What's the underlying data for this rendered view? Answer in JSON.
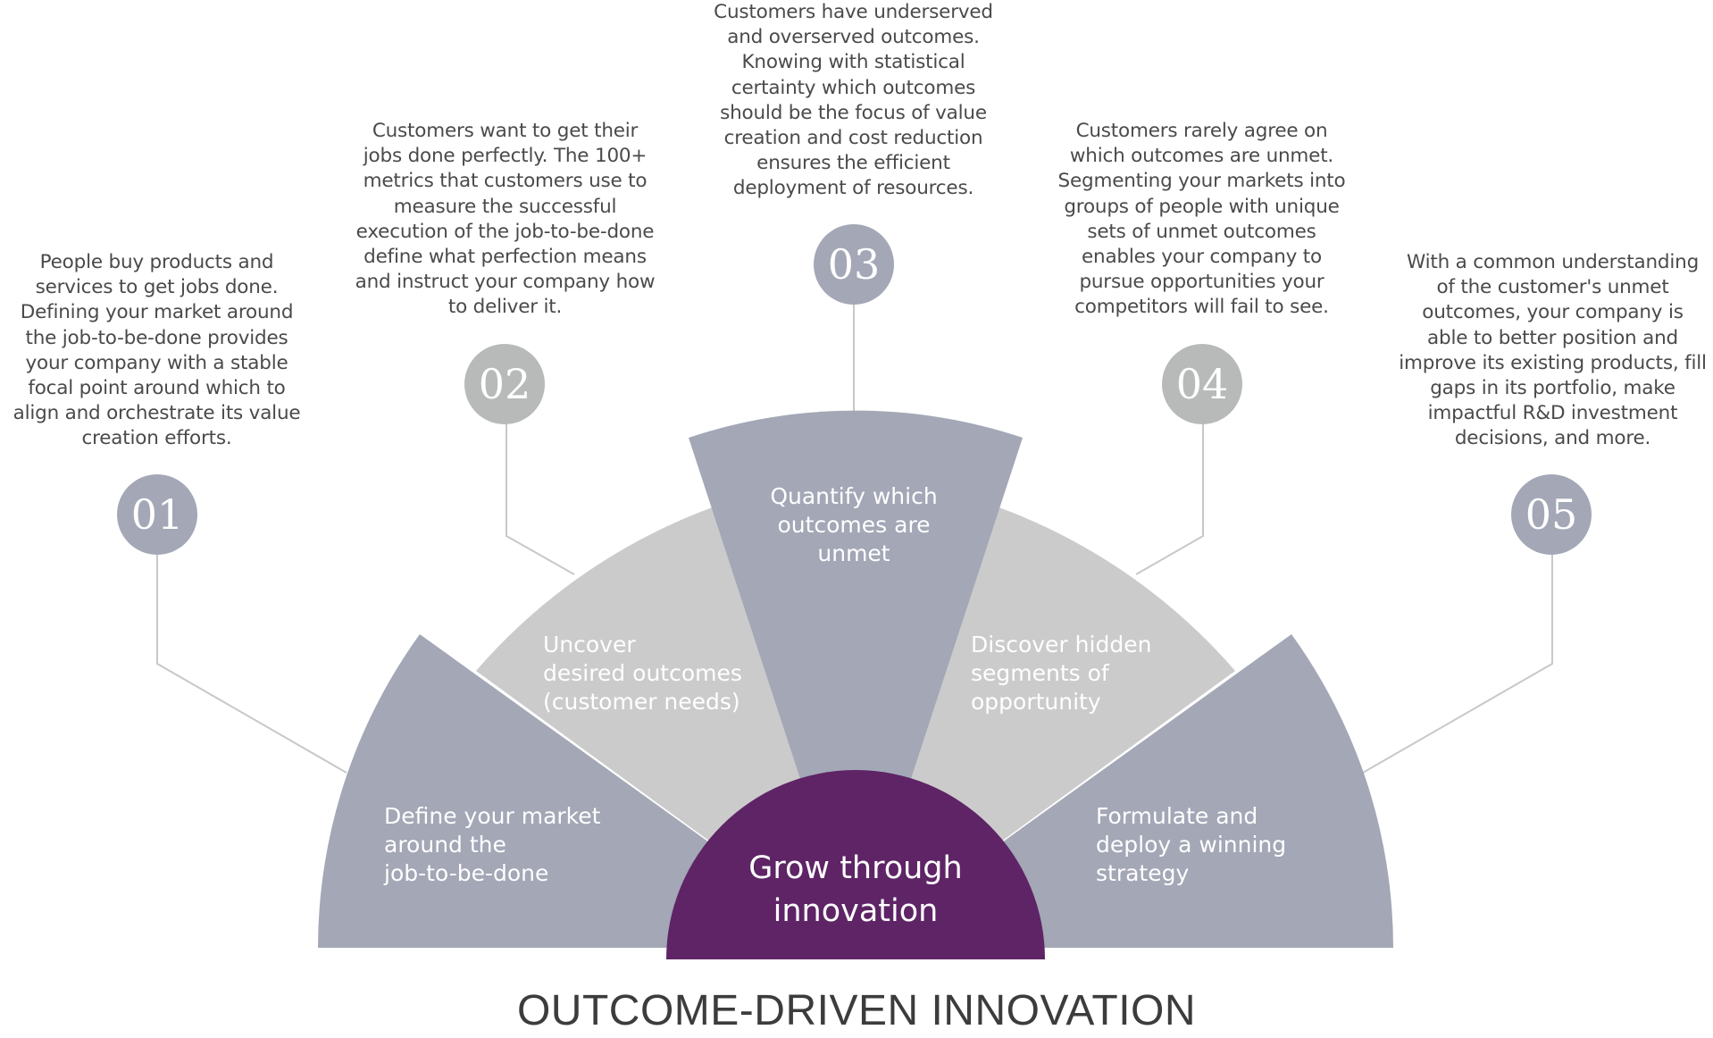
{
  "title": "OUTCOME-DRIVEN INNOVATION",
  "center": {
    "label": "Grow through\ninnovation"
  },
  "colors": {
    "slate": "#a3a7b6",
    "light_gray": "#cbcbcb",
    "badge_slate": "#a3a7b6",
    "badge_light": "#b7bab9",
    "center_purple": "#5e2466",
    "connector": "#c8c8c8"
  },
  "steps": [
    {
      "number": "01",
      "label": "Define your market\naround the\njob-to-be-done",
      "description": "People buy products and\nservices to get jobs done.\nDefining your market around\nthe job-to-be-done provides\nyour company with a stable\nfocal point around which to\nalign and orchestrate its value\ncreation efforts."
    },
    {
      "number": "02",
      "label": "Uncover\ndesired outcomes\n(customer needs)",
      "description": "Customers want to get their\njobs done perfectly. The 100+\nmetrics that customers use to\nmeasure the successful\nexecution of the job-to-be-done\ndefine what perfection means\nand instruct your company how\nto deliver it."
    },
    {
      "number": "03",
      "label": "Quantify which\noutcomes are\nunmet",
      "description": "Customers have underserved\nand overserved outcomes.\nKnowing with statistical\ncertainty which outcomes\nshould be the focus of value\ncreation and cost reduction\nensures the efficient\ndeployment of resources."
    },
    {
      "number": "04",
      "label": "Discover hidden\nsegments of\nopportunity",
      "description": "Customers rarely agree on\nwhich outcomes are unmet.\nSegmenting your markets into\ngroups of people with unique\nsets of unmet outcomes\nenables your company to\npursue opportunities your\ncompetitors will fail to see."
    },
    {
      "number": "05",
      "label": "Formulate and\ndeploy a winning\nstrategy",
      "description": "With a common understanding\nof the customer's unmet\noutcomes, your company is\nable to better position and\nimprove its existing products, fill\ngaps in its portfolio, make\nimpactful R&D investment\ndecisions, and more."
    }
  ]
}
